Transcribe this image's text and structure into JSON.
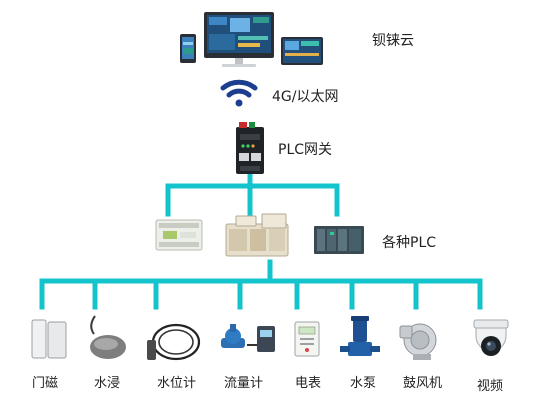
{
  "nodes": {
    "cloud": "钡铼云",
    "network": "4G/以太网",
    "gateway": "PLC网关",
    "plc": "各种PLC"
  },
  "devices": [
    "门磁",
    "水浸",
    "水位计",
    "流量计",
    "电表",
    "水泵",
    "鼓风机",
    "视频"
  ],
  "colors": {
    "connector": "#14c4cc",
    "wifi": "#1d3e8e"
  }
}
